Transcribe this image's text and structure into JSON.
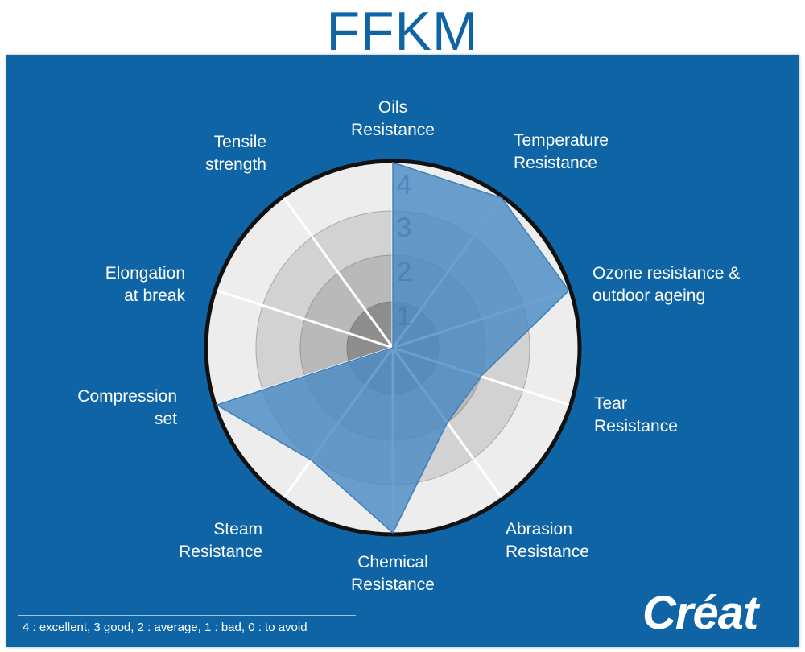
{
  "page": {
    "title": "FFKM",
    "footnote": "4 : excellent, 3 good, 2 : average, 1 : bad, 0 : to avoid",
    "logo_text": "Créat",
    "colors": {
      "title": "#0f64a5",
      "panel": "#0f64a5",
      "polygon": "#4a8bc4",
      "text": "#ffffff"
    }
  },
  "chart_data": {
    "type": "radar",
    "range": [
      0,
      4
    ],
    "tick_labels": [
      "1",
      "2",
      "3",
      "4"
    ],
    "axes": [
      [
        "Oils",
        "Resistance"
      ],
      [
        "Temperature",
        "Resistance"
      ],
      [
        "Ozone resistance &",
        "outdoor ageing"
      ],
      [
        "Tear",
        "Resistance"
      ],
      [
        "Abrasion",
        "Resistance"
      ],
      [
        "Chemical",
        "Resistance"
      ],
      [
        "Steam",
        "Resistance"
      ],
      [
        "Compression",
        "set"
      ],
      [
        "Elongation",
        "at break"
      ],
      [
        "Tensile",
        "strength"
      ]
    ],
    "values": [
      4,
      4,
      4,
      2,
      2,
      4,
      3,
      4,
      0,
      0
    ]
  }
}
